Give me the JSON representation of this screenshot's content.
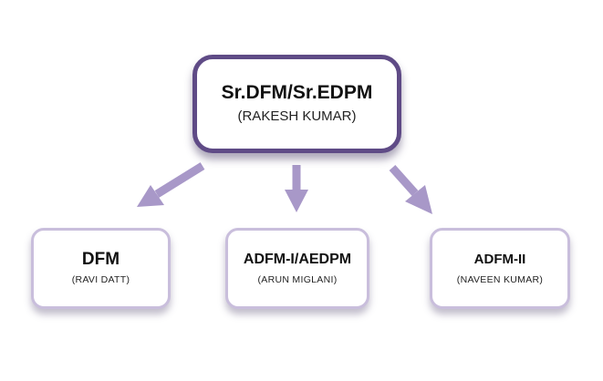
{
  "diagram": {
    "root": {
      "title": "Sr.DFM/Sr.EDPM",
      "name": "(RAKESH KUMAR)"
    },
    "children": [
      {
        "title": "DFM",
        "name": "(RAVI DATT)"
      },
      {
        "title": "ADFM-I/AEDPM",
        "name": "(ARUN MIGLANI)"
      },
      {
        "title": "ADFM-II",
        "name": "(NAVEEN KUMAR)"
      }
    ],
    "colors": {
      "root_border": "#5f4b86",
      "child_border": "#c9bedc",
      "arrow": "#a898c8"
    }
  }
}
